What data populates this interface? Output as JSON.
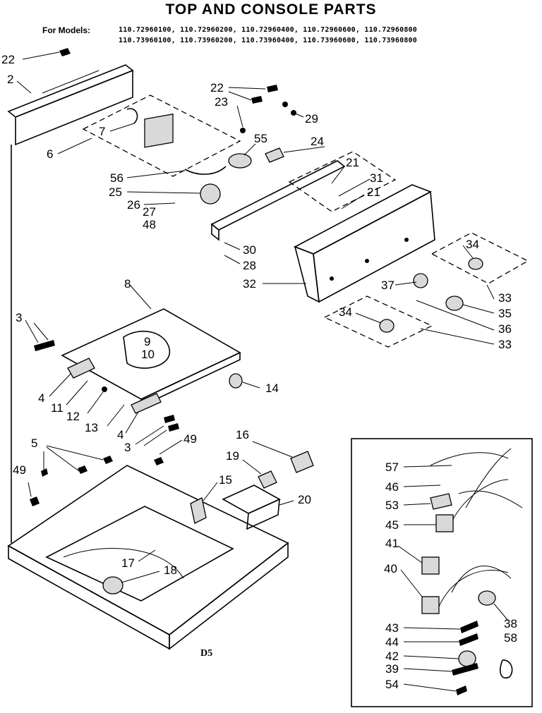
{
  "title": "TOP AND CONSOLE PARTS",
  "models_label": "For Models:",
  "models_line_1": "110.72960100, 110.72960200, 110.72960400, 110.72960600, 110.72960800",
  "models_line_2": "110.73960100, 110.73960200, 110.73960400, 110.73960600, 110.73960800",
  "page_code": "D5",
  "callouts": {
    "c22a": "22",
    "c2": "2",
    "c6": "6",
    "c7": "7",
    "c22b": "22",
    "c23": "23",
    "c29": "29",
    "c55": "55",
    "c24": "24",
    "c56": "56",
    "c25": "25",
    "c26": "26",
    "c27": "27",
    "c48": "48",
    "c21a": "21",
    "c31": "31",
    "c21b": "21",
    "c30": "30",
    "c28": "28",
    "c32": "32",
    "c34a": "34",
    "c37": "37",
    "c33a": "33",
    "c35": "35",
    "c36": "36",
    "c34b": "34",
    "c33b": "33",
    "c8": "8",
    "c3a": "3",
    "c9": "9",
    "c10": "10",
    "c4a": "4",
    "c11": "11",
    "c12": "12",
    "c13": "13",
    "c4b": "4",
    "c3b": "3",
    "c14": "14",
    "c5": "5",
    "c49a": "49",
    "c49b": "49",
    "c15": "15",
    "c16": "16",
    "c19": "19",
    "c20": "20",
    "c17": "17",
    "c18": "18",
    "c57": "57",
    "c46": "46",
    "c53": "53",
    "c45": "45",
    "c41": "41",
    "c40": "40",
    "c43": "43",
    "c44": "44",
    "c42": "42",
    "c39": "39",
    "c54": "54",
    "c38": "38",
    "c58": "58"
  }
}
